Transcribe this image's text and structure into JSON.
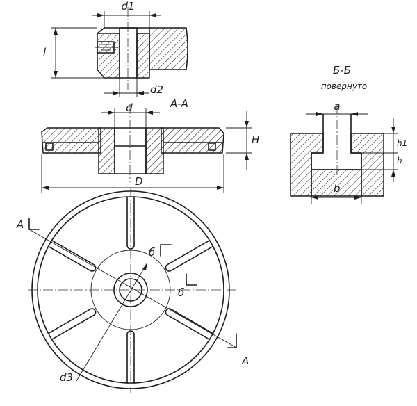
{
  "labels": {
    "d1": "d1",
    "l": "l",
    "d2": "d2",
    "d": "d",
    "section_aa": "А-А",
    "H": "H",
    "D": "D",
    "section_bb_title": "Б-Б",
    "section_bb_note": "повернуто",
    "a": "a",
    "h1": "h1",
    "h": "h",
    "b": "b",
    "cut_a_top": "A",
    "cut_a_bottom": "A",
    "cut_b_top": "б",
    "cut_b_bottom": "б",
    "d3": "d3"
  },
  "colors": {
    "line": "#1c1c1c",
    "background": "#ffffff"
  }
}
